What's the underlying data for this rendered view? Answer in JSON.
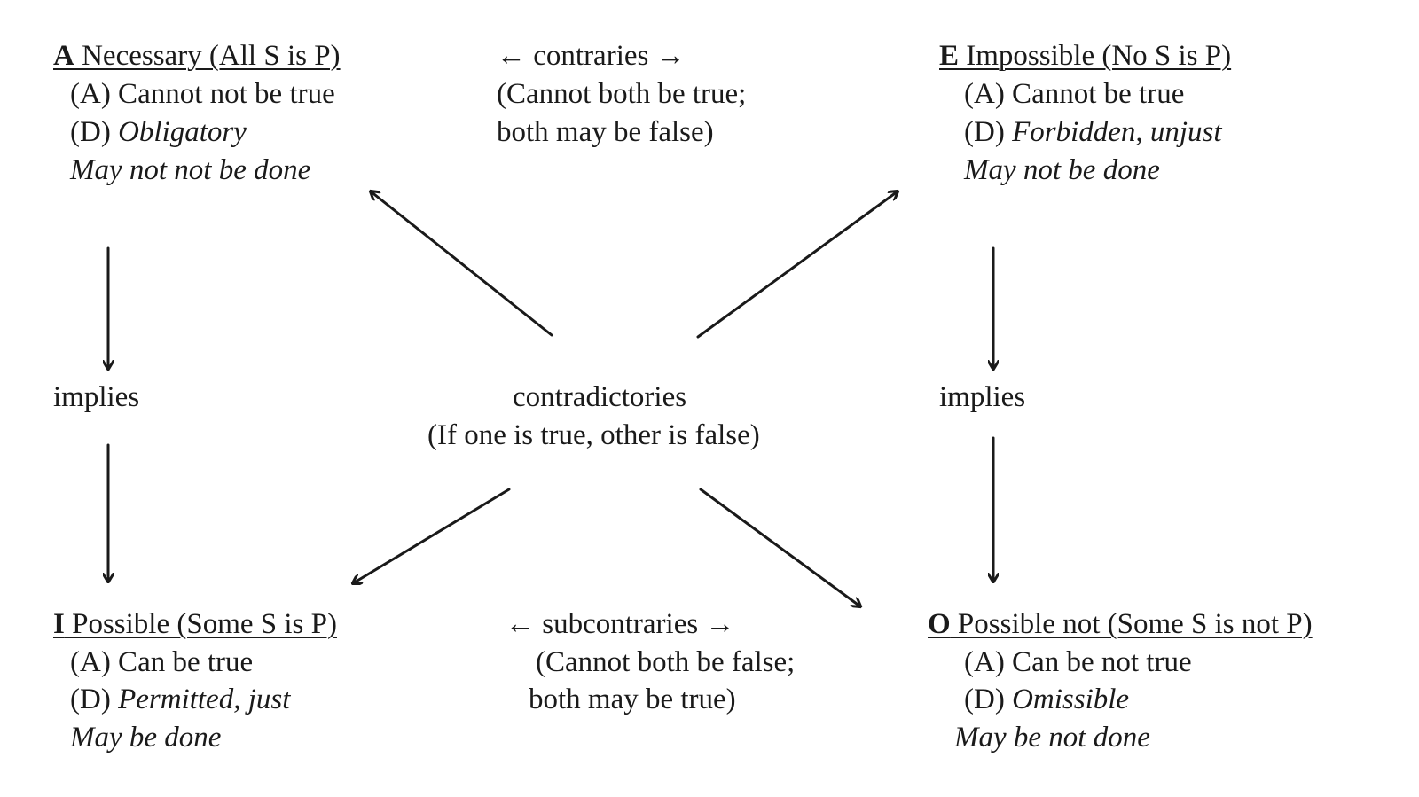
{
  "corners": {
    "A": {
      "letter": "A",
      "title": " Necessary (All S is P)",
      "line_a": "(A) Cannot not be true",
      "line_d_prefix": "(D) ",
      "line_d_italic": "Obligatory",
      "line_3": "May not not be done"
    },
    "E": {
      "letter": "E",
      "title": " Impossible (No S is P)",
      "line_a": "(A) Cannot be true",
      "line_d_prefix": "(D) ",
      "line_d_italic": "Forbidden, unjust",
      "line_3": "May not be done"
    },
    "I": {
      "letter": "I",
      "title": " Possible (Some S is P)",
      "line_a": "(A) Can be true",
      "line_d_prefix": "(D) ",
      "line_d_italic": "Permitted, just",
      "line_3": "May be done"
    },
    "O": {
      "letter": "O",
      "title": " Possible not (Some S is not P)",
      "line_a": "(A) Can be not true",
      "line_d_prefix": "(D) ",
      "line_d_italic": "Omissible",
      "line_3": "May be not done"
    }
  },
  "relations": {
    "contraries": {
      "label": "← contraries →",
      "line1": "(Cannot both be true;",
      "line2": "both may be false)"
    },
    "subcontraries": {
      "label": "← subcontraries →",
      "line1": "(Cannot both be false;",
      "line2": "both may be true)"
    },
    "contradictories": {
      "label": "contradictories",
      "line1": "(If one is true, other is false)"
    },
    "implies_left": "implies",
    "implies_right": "implies"
  },
  "colors": {
    "ink": "#1a1a1a",
    "background": "#ffffff"
  }
}
